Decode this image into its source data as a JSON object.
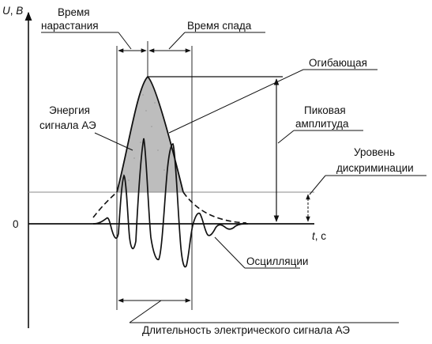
{
  "axes": {
    "y_label_u": "U",
    "y_label_sep": ", ",
    "y_label_unit": "B",
    "x_label_t": "t",
    "x_label_sep": ", ",
    "x_label_unit": "c",
    "zero": "0"
  },
  "labels": {
    "rise_time_1": "Время",
    "rise_time_2": "нарастания",
    "fall_time": "Время спада",
    "envelope": "Огибающая",
    "energy_1": "Энергия",
    "energy_2": "сигнала АЭ",
    "peak_1": "Пиковая",
    "peak_2": "амплитуда",
    "disc_1": "Уровень",
    "disc_2": "дискриминации",
    "oscillations": "Осцилляции",
    "duration": "Длительность электрического сигнала АЭ"
  },
  "colors": {
    "ink": "#111111",
    "energy_fill": "#b9b9b9",
    "discrimination_line": "#8a8a8a"
  }
}
